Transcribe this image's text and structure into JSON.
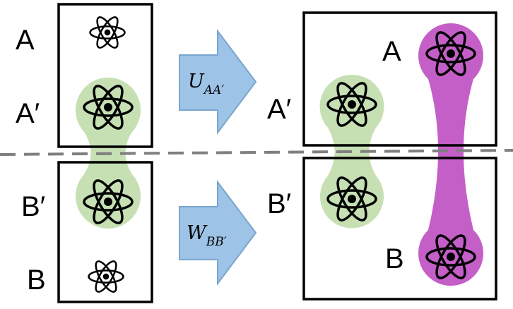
{
  "labels": {
    "left_top_A": "A",
    "left_top_A_prime": "A′",
    "left_bottom_B_prime": "B′",
    "left_bottom_B": "B",
    "right_A_prime": "A′",
    "right_A": "A",
    "right_B_prime": "B′",
    "right_B": "B"
  },
  "operators": {
    "top": {
      "symbol": "U",
      "subscript": "AA′"
    },
    "bottom": {
      "symbol": "W",
      "subscript": "BB′"
    }
  },
  "icons": {
    "atom": "atom-icon",
    "arrow": "right-arrow"
  },
  "colors": {
    "green_blob": "#c6e0b4",
    "purple_blob": "#c55fc8",
    "arrow_fill": "#9dc3e6",
    "arrow_stroke": "#7aa6cf",
    "dashed_line": "#7f7f7f",
    "box_stroke": "#000000"
  }
}
